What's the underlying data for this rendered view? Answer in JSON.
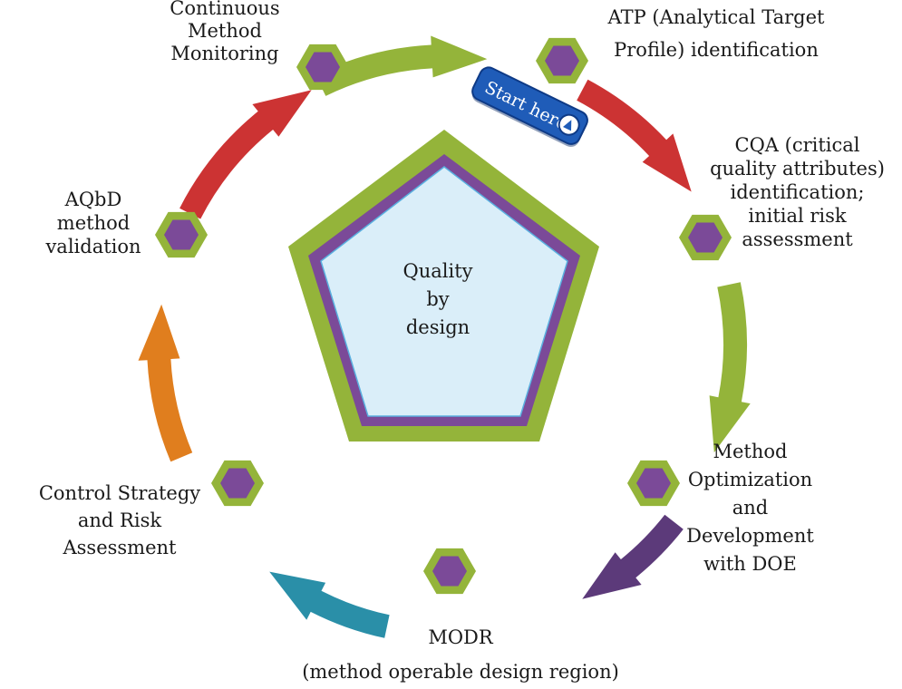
{
  "center": {
    "lines": [
      "Quality",
      "by",
      "design"
    ]
  },
  "start_badge": {
    "label": "Start here"
  },
  "colors": {
    "pentagon_outer": "#94b43a",
    "pentagon_mid": "#7b4a98",
    "pentagon_inner": "#daeef9",
    "hexagon_outer": "#94b43a",
    "hexagon_inner": "#7b4a98",
    "badge": "#1f5cb8"
  },
  "steps": [
    {
      "lines": [
        "ATP (Analytical Target",
        "Profile) identification"
      ]
    },
    {
      "lines": [
        "CQA (critical",
        "quality attributes)",
        "identification;",
        "initial risk",
        "assessment"
      ]
    },
    {
      "lines": [
        "Method",
        "Optimization",
        "and",
        "Development",
        "with DOE"
      ]
    },
    {
      "lines": [
        "MODR",
        "(method operable design region)"
      ]
    },
    {
      "lines": [
        "Control Strategy",
        "and Risk",
        "Assessment"
      ]
    },
    {
      "lines": [
        "AQbD",
        "method",
        "validation"
      ]
    },
    {
      "lines": [
        "Continuous",
        "Method",
        "Monitoring"
      ]
    }
  ],
  "arrows": [
    {
      "from": "Continuous Method Monitoring",
      "to": "ATP (Analytical Target Profile) identification",
      "color": "#94b43a"
    },
    {
      "from": "ATP (Analytical Target Profile) identification",
      "to": "CQA (critical quality attributes) identification; initial risk assessment",
      "color": "#cc3333"
    },
    {
      "from": "CQA (critical quality attributes) identification; initial risk assessment",
      "to": "Method Optimization and Development with DOE",
      "color": "#94b43a"
    },
    {
      "from": "Method Optimization and Development with DOE",
      "to": "MODR (method operable design region)",
      "color": "#5c3a7a"
    },
    {
      "from": "MODR (method operable design region)",
      "to": "Control Strategy and Risk Assessment",
      "color": "#2a8fa8"
    },
    {
      "from": "Control Strategy and Risk Assessment",
      "to": "AQbD method validation",
      "color": "#e07e1e"
    },
    {
      "from": "AQbD method validation",
      "to": "Continuous Method Monitoring",
      "color": "#cc3333"
    }
  ]
}
